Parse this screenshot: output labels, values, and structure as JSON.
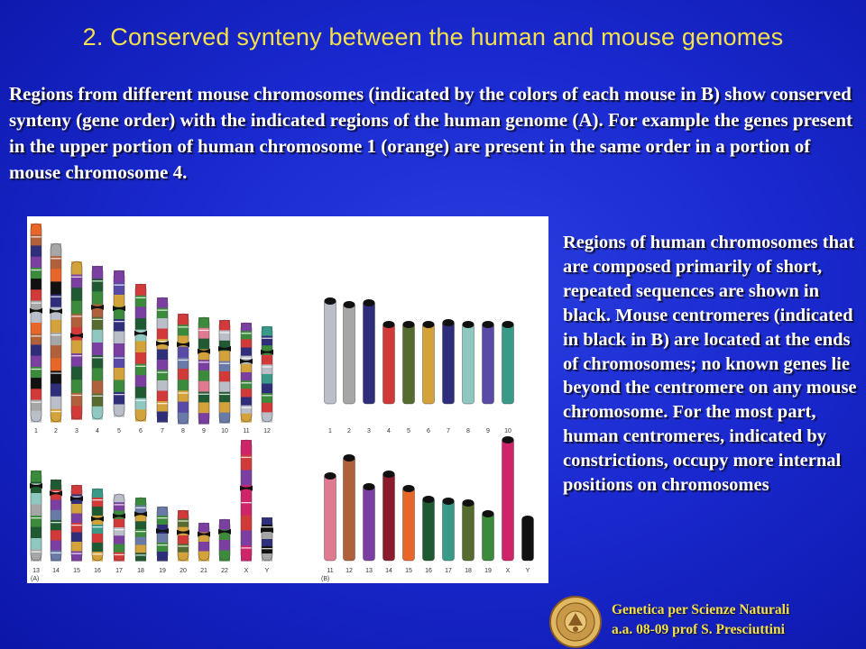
{
  "title": "2. Conserved synteny between the human and mouse genomes",
  "intro": "Regions from different mouse chromosomes (indicated by the colors of each mouse in B) show conserved synteny (gene order) with the indicated regions of the human genome (A). For example the genes present in the upper portion of human chromosome 1 (orange) are present in the same order in a portion of mouse chromosome 4.",
  "side_text": "Regions of human chromosomes that are composed primarily of short, repeated sequences are shown in black. Mouse centromeres (indicated in black in B) are located at the ends of chromosomes; no known genes lie beyond the centromere on any mouse chromosome. For the most part, human centromeres, indicated by constrictions, occupy more internal positions on chromosomes",
  "footer": {
    "line1": "Genetica per Scienze Naturali",
    "line2": "a.a. 08-09 prof S. Presciuttini"
  },
  "figure": {
    "panel_a_label": "(A)",
    "panel_b_label": "(B)",
    "human_row1": [
      "1",
      "2",
      "3",
      "4",
      "5",
      "6",
      "7",
      "8",
      "9",
      "10",
      "11",
      "12"
    ],
    "human_row2": [
      "13",
      "14",
      "15",
      "16",
      "17",
      "18",
      "19",
      "20",
      "21",
      "22",
      "X",
      "Y"
    ],
    "mouse_row1": [
      "1",
      "2",
      "3",
      "4",
      "5",
      "6",
      "7",
      "8",
      "9",
      "10"
    ],
    "mouse_row2": [
      "11",
      "12",
      "13",
      "14",
      "15",
      "16",
      "17",
      "18",
      "19",
      "X",
      "Y"
    ],
    "colors": {
      "orange": "#e8662a",
      "red": "#d23a3a",
      "brown": "#b0603a",
      "gray": "#a6a6a6",
      "silver": "#b9bec8",
      "navy": "#2e2e7a",
      "purple": "#7a3fa0",
      "violet": "#5a4aa8",
      "green": "#3c8a3c",
      "dkgreen": "#1f5a32",
      "olive": "#556b2f",
      "teal": "#3a9a8a",
      "mint": "#8fc8c0",
      "gold": "#d4a23a",
      "pink": "#e07a90",
      "magenta": "#d0246a",
      "black": "#111111",
      "maroon": "#8a1c2c",
      "slate": "#6a7aa8"
    }
  }
}
